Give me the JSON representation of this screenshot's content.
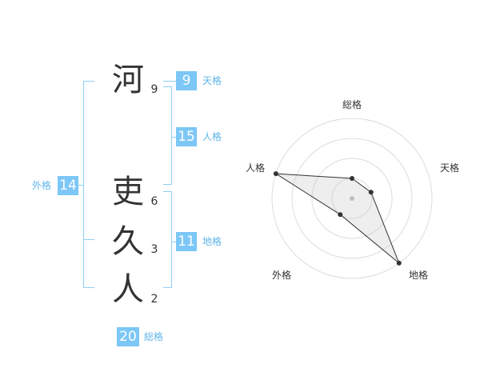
{
  "name": {
    "chars": [
      {
        "char": "河",
        "strokes": "9"
      },
      {
        "char": "吏",
        "strokes": "6"
      },
      {
        "char": "久",
        "strokes": "3"
      },
      {
        "char": "人",
        "strokes": "2"
      }
    ]
  },
  "kakusu": {
    "tenkaku": {
      "value": "9",
      "label": "天格"
    },
    "jinkaku": {
      "value": "15",
      "label": "人格"
    },
    "chikaku": {
      "value": "11",
      "label": "地格"
    },
    "gaikaku": {
      "value": "14",
      "label": "外格"
    },
    "soukaku": {
      "value": "20",
      "label": "総格"
    }
  },
  "colors": {
    "accent": "#7cc7f6",
    "bracket": "#8fcff6",
    "label": "#5fb5ea"
  },
  "chart_data": {
    "type": "radar",
    "axes": [
      "総格",
      "天格",
      "地格",
      "外格",
      "人格"
    ],
    "rings": 4,
    "max": 4,
    "values": [
      1,
      1,
      4,
      1,
      4
    ]
  }
}
